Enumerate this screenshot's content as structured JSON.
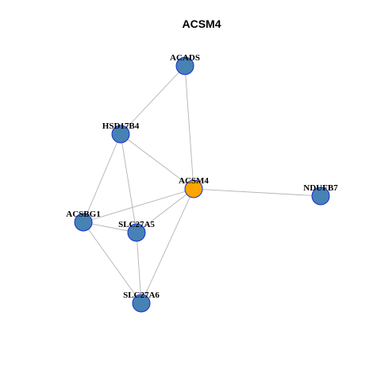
{
  "title": "ACSM4",
  "colors": {
    "focus_node": "#ffa500",
    "neighbor_node": "#4682b4",
    "node_border": "#1a2bcc",
    "edge": "#b3b3b3"
  },
  "nodes": [
    {
      "id": "ACADS",
      "label": "ACADS",
      "role": "neighbor"
    },
    {
      "id": "HSD17B4",
      "label": "HSD17B4",
      "role": "neighbor"
    },
    {
      "id": "ACSM4",
      "label": "ACSM4",
      "role": "focus"
    },
    {
      "id": "NDUFB7",
      "label": "NDUFB7",
      "role": "neighbor"
    },
    {
      "id": "ACSBG1",
      "label": "ACSBG1",
      "role": "neighbor"
    },
    {
      "id": "SLC27A5",
      "label": "SLC27A5",
      "role": "neighbor"
    },
    {
      "id": "SLC27A6",
      "label": "SLC27A6",
      "role": "neighbor"
    }
  ],
  "edges": [
    [
      "ACADS",
      "HSD17B4"
    ],
    [
      "ACADS",
      "ACSM4"
    ],
    [
      "HSD17B4",
      "ACSM4"
    ],
    [
      "HSD17B4",
      "ACSBG1"
    ],
    [
      "HSD17B4",
      "SLC27A5"
    ],
    [
      "ACSM4",
      "NDUFB7"
    ],
    [
      "ACSM4",
      "ACSBG1"
    ],
    [
      "ACSM4",
      "SLC27A5"
    ],
    [
      "ACSM4",
      "SLC27A6"
    ],
    [
      "ACSBG1",
      "SLC27A5"
    ],
    [
      "ACSBG1",
      "SLC27A6"
    ],
    [
      "SLC27A5",
      "SLC27A6"
    ]
  ]
}
